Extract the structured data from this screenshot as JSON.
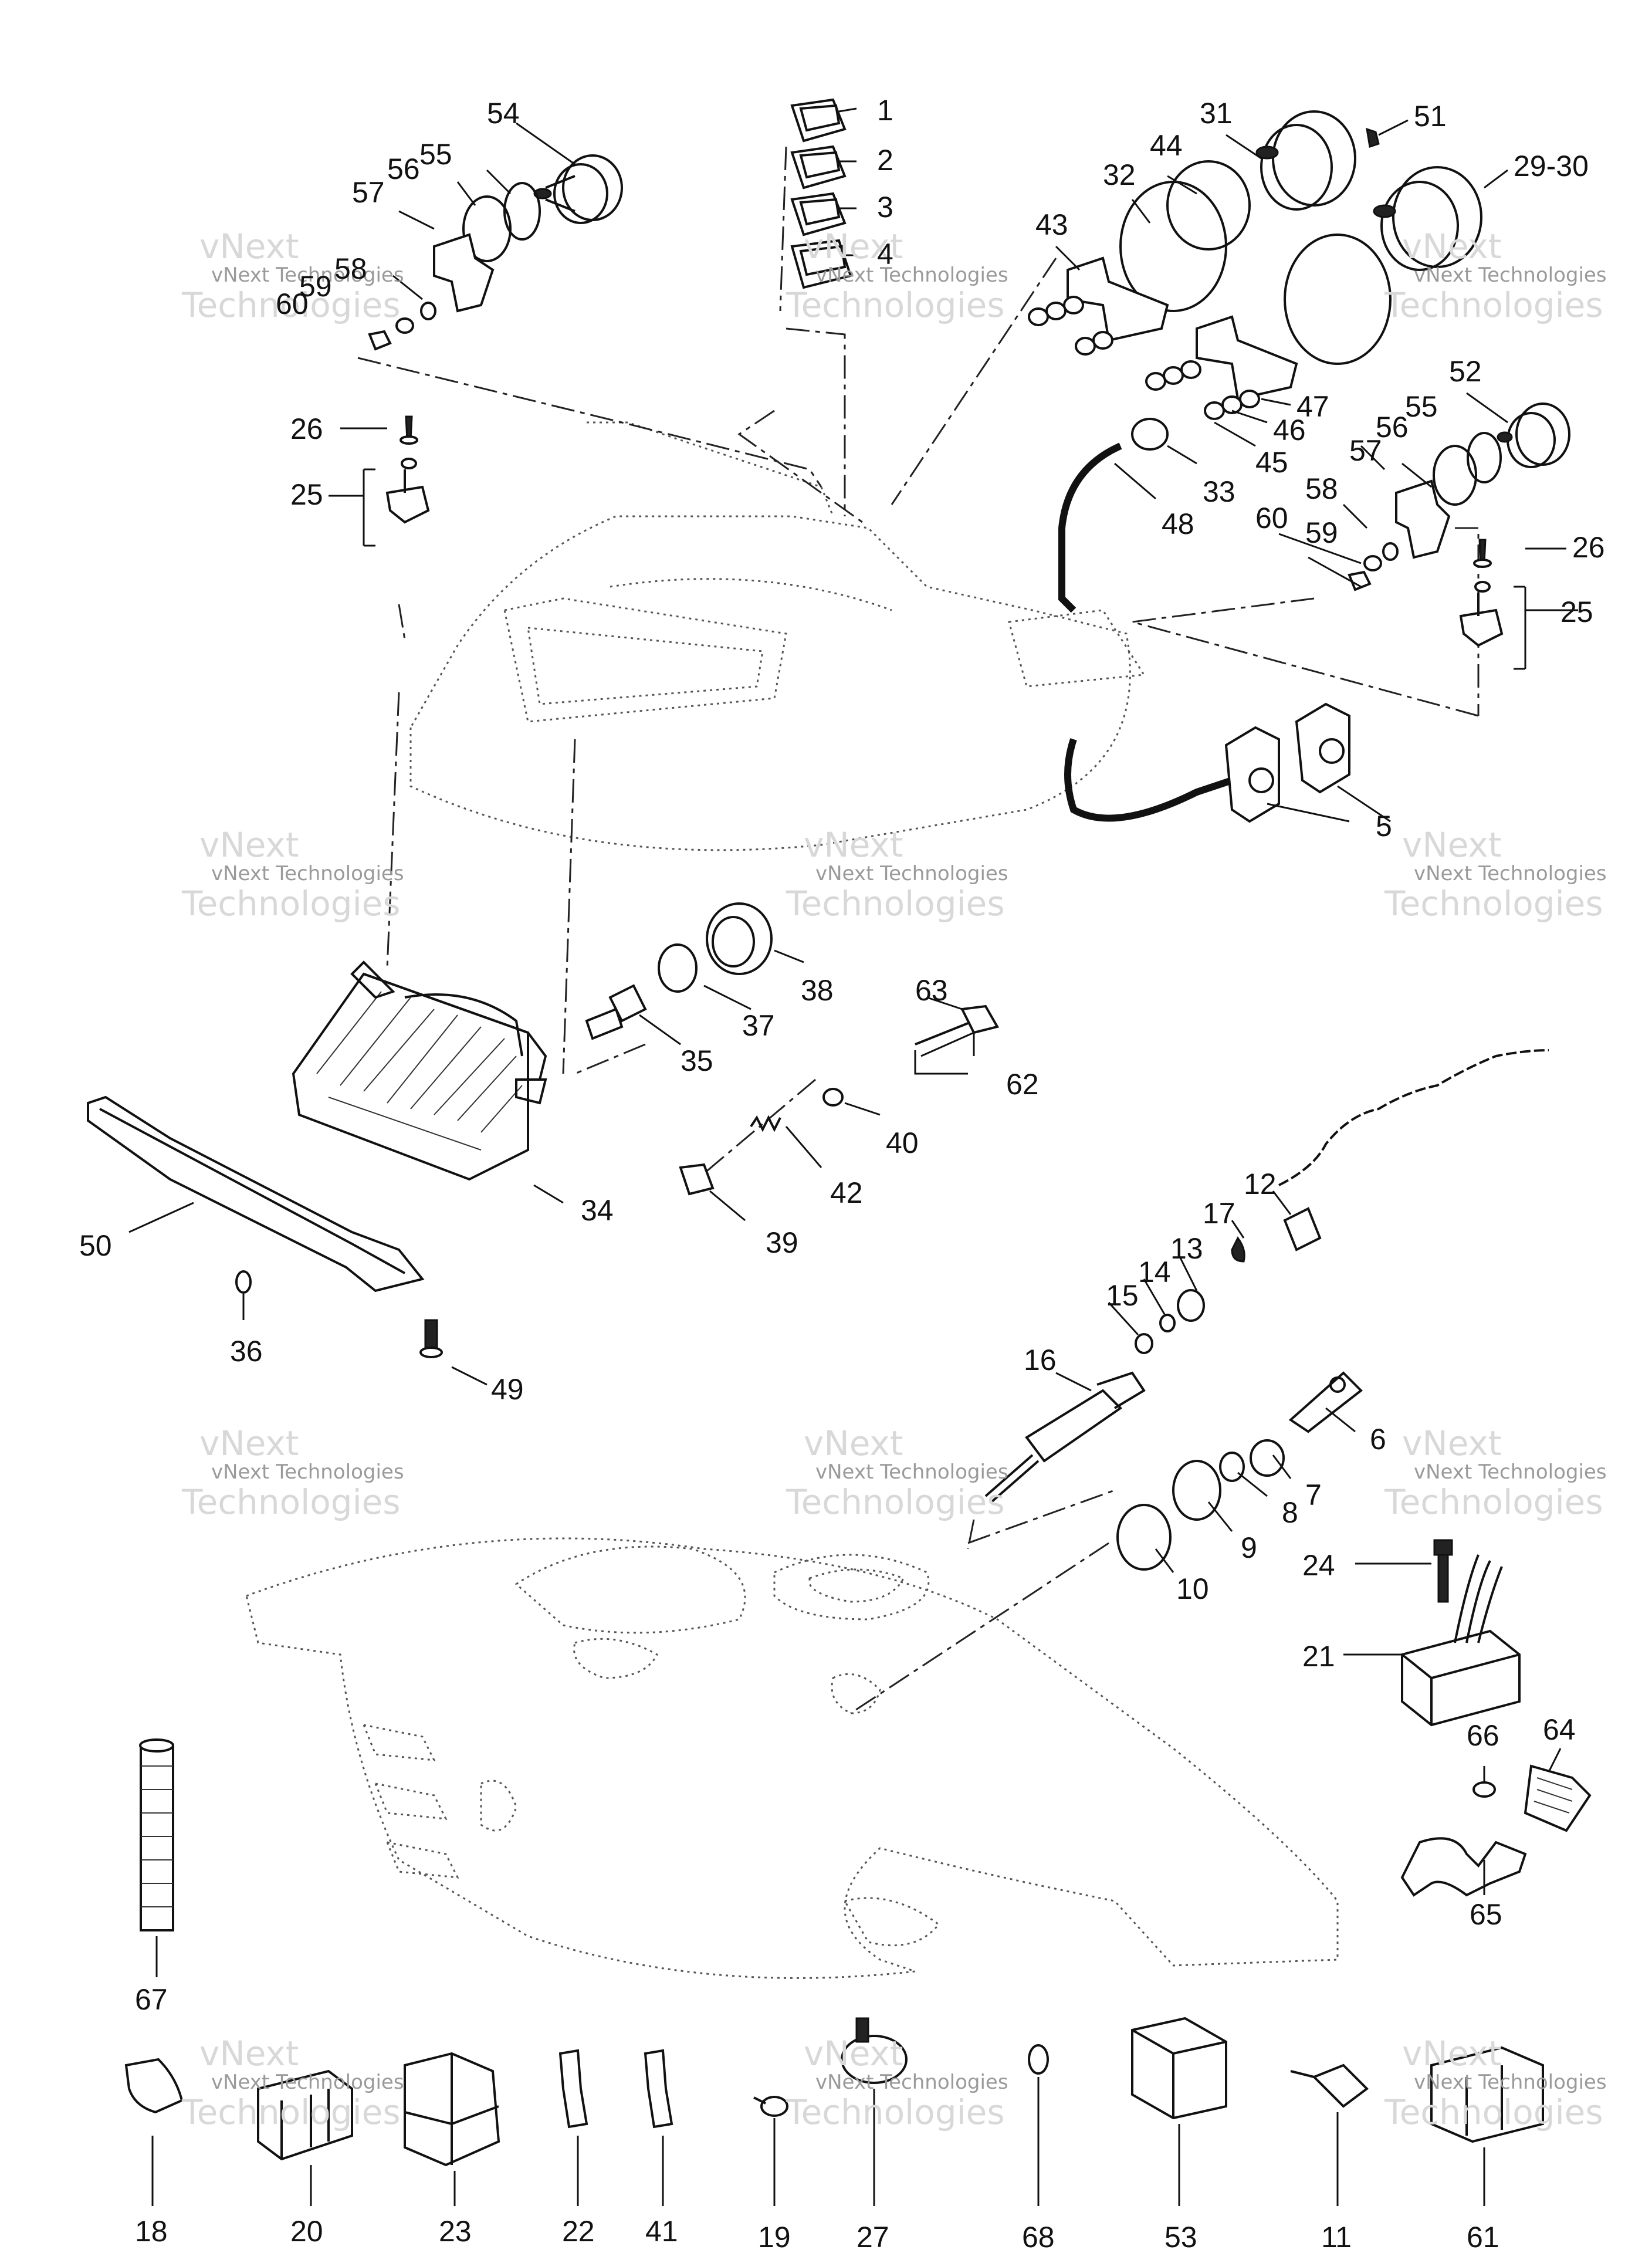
{
  "watermark": {
    "line1": "vNext",
    "line2": "vNext Technologies",
    "line3": "Technologies"
  },
  "callouts": [
    "1",
    "2",
    "3",
    "4",
    "54",
    "55",
    "56",
    "57",
    "58",
    "59",
    "60",
    "31",
    "44",
    "32",
    "43",
    "51",
    "29-30",
    "26",
    "25",
    "47",
    "46",
    "45",
    "33",
    "48",
    "52",
    "55",
    "56",
    "57",
    "58",
    "60",
    "59",
    "26",
    "25",
    "5",
    "38",
    "37",
    "35",
    "63",
    "62",
    "34",
    "40",
    "42",
    "39",
    "50",
    "36",
    "49",
    "17",
    "12",
    "13",
    "14",
    "15",
    "16",
    "6",
    "7",
    "8",
    "9",
    "10",
    "24",
    "21",
    "66",
    "64",
    "65",
    "67",
    "18",
    "20",
    "23",
    "22",
    "41",
    "19",
    "27",
    "68",
    "53",
    "11",
    "61"
  ]
}
